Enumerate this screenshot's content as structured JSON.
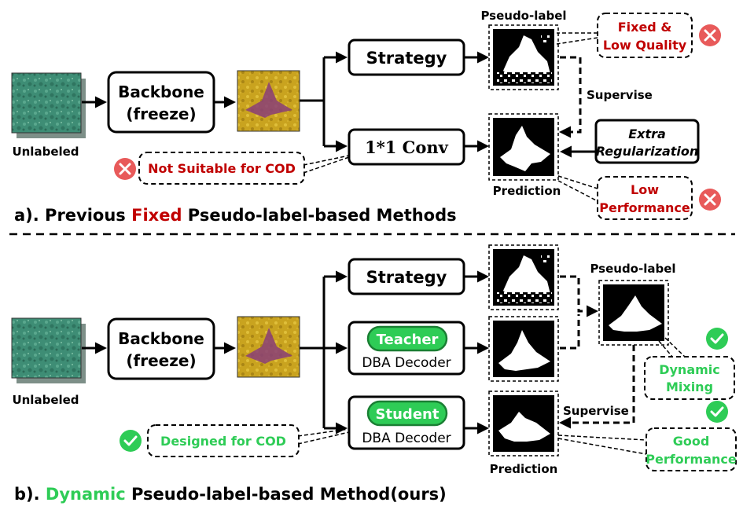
{
  "colors": {
    "red": "#c00000",
    "green": "#2ecc56",
    "x_badge": "#e85a5a",
    "check_badge": "#2ecc56",
    "sand": "#c9a31f",
    "water": "#3f8f78"
  },
  "icons": {
    "bad": "x-circle-icon",
    "good": "check-circle-icon"
  },
  "section_a": {
    "title_pre": "a). Previous ",
    "title_highlight": "Fixed",
    "title_post": " Pseudo-label-based Methods",
    "input_label": "Unlabeled",
    "backbone_line1": "Backbone",
    "backbone_line2": "(freeze)",
    "strategy": "Strategy",
    "conv": "1*1 Conv",
    "pseudo_label": "Pseudo-label",
    "prediction": "Prediction",
    "supervise": "Supervise",
    "regularization_line1": "Extra",
    "regularization_line2": "Regularization",
    "note_fixed_line1": "Fixed &",
    "note_fixed_line2": "Low Quality",
    "note_low_line1": "Low",
    "note_low_line2": "Performance",
    "note_cod": "Not Suitable for COD"
  },
  "section_b": {
    "title_pre": "b). ",
    "title_highlight": "Dynamic",
    "title_post": " Pseudo-label-based Method(ours)",
    "input_label": "Unlabeled",
    "backbone_line1": "Backbone",
    "backbone_line2": "(freeze)",
    "strategy": "Strategy",
    "teacher_tag": "Teacher",
    "student_tag": "Student",
    "decoder": "DBA Decoder",
    "pseudo_label": "Pseudo-label",
    "prediction": "Prediction",
    "supervise": "Supervise",
    "note_mixing_line1": "Dynamic",
    "note_mixing_line2": "Mixing",
    "note_good_line1": "Good",
    "note_good_line2": "Performance",
    "note_cod": "Designed for COD"
  }
}
